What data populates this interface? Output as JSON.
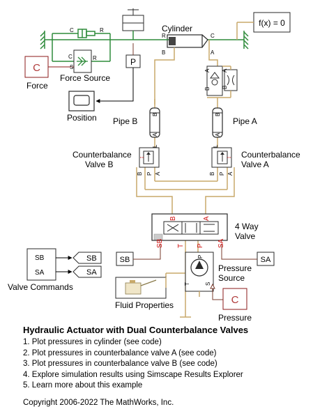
{
  "blocks": {
    "cylinder": "Cylinder",
    "fx": "f(x) = 0",
    "force": "Force",
    "force_source": "Force Source",
    "position": "Position",
    "pipe_b": "Pipe B",
    "pipe_a": "Pipe A",
    "cbv_b": [
      "Counterbalance",
      "Valve B"
    ],
    "cbv_a": [
      "Counterbalance",
      "Valve A"
    ],
    "four_way": [
      "4 Way",
      "Valve"
    ],
    "valve_commands": "Valve Commands",
    "pressure_source": [
      "Pressure",
      "Source"
    ],
    "fluid_properties": "Fluid Properties",
    "pressure": "Pressure"
  },
  "symbols": {
    "force_const": "C",
    "pressure_const": "C",
    "position_P": "P"
  },
  "goto_tags": {
    "sb_in": "SB",
    "sa_in": "SA",
    "sb_out": "SB",
    "sa_out": "SA",
    "sb_from": "SB",
    "sa_from": "SA"
  },
  "ports": {
    "cyl_R": "R",
    "cyl_C": "C",
    "cyl_B": "B",
    "cyl_A": "A",
    "spring_C": "C",
    "spring_R": "R",
    "fs_C": "C",
    "fs_R": "R",
    "fs_S": "S",
    "pipeB_top": "B",
    "pipeB_bot": "A",
    "pipeA_top": "B",
    "pipeA_bot": "A",
    "cbvB_L": "L",
    "cbvB_B": "B",
    "cbvB_P": "P",
    "cbvB_A": "A",
    "cbvA_L": "L",
    "cbvA_B": "B",
    "cbvA_P": "P",
    "cbvA_A": "A",
    "v_B": "B",
    "v_A": "A",
    "v_SB": "SB",
    "v_T": "T",
    "v_P": "P",
    "v_SA": "SA",
    "ps_T": "T",
    "ps_P": "P",
    "ps_S": "S",
    "chk_A": "A",
    "chk_B": "B",
    "ori_A": "A",
    "ori_B": "B"
  },
  "colors": {
    "hydraulic": "#c8a96a",
    "mechanical": "#2e8b3a",
    "signal": "#8b1a1a",
    "physical_signal": "#7a3b2e",
    "port_red": "#d01010",
    "block_border": "#2a2a2a"
  },
  "title": "Hydraulic Actuator with Dual Counterbalance Valves",
  "links": [
    "1. Plot pressures in cylinder (see code)",
    "2. Plot pressures in counterbalance valve A (see code)",
    "3. Plot pressures in counterbalance valve B (see code)",
    "4. Explore simulation results using Simscape Results Explorer",
    "5. Learn more about this example"
  ],
  "copyright": "Copyright 2006-2022 The MathWorks, Inc."
}
